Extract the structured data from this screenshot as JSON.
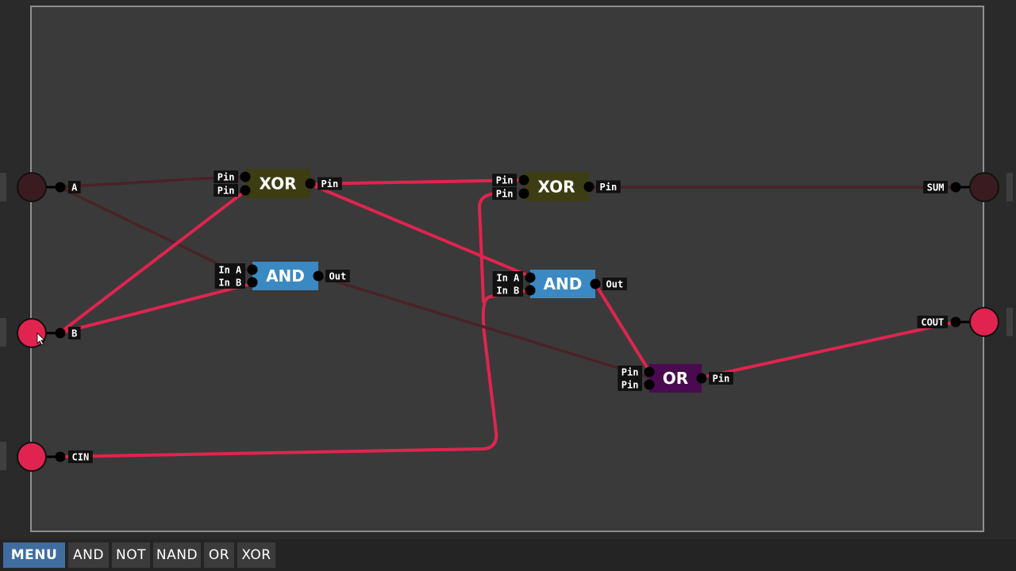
{
  "inputs": [
    {
      "label": "A",
      "state": "off"
    },
    {
      "label": "B",
      "state": "on"
    },
    {
      "label": "CIN",
      "state": "on"
    }
  ],
  "outputs": [
    {
      "label": "SUM",
      "state": "off"
    },
    {
      "label": "COUT",
      "state": "on"
    }
  ],
  "chips": [
    {
      "id": "xor1",
      "name": "XOR",
      "color": "#3d3d14",
      "in_labels": [
        "Pin",
        "Pin"
      ],
      "out_label": "Pin"
    },
    {
      "id": "and1",
      "name": "AND",
      "color": "#3b89c2",
      "in_labels": [
        "In A",
        "In B"
      ],
      "out_label": "Out"
    },
    {
      "id": "xor2",
      "name": "XOR",
      "color": "#3d3d14",
      "in_labels": [
        "Pin",
        "Pin"
      ],
      "out_label": "Pin"
    },
    {
      "id": "and2",
      "name": "AND",
      "color": "#3b89c2",
      "in_labels": [
        "In A",
        "In B"
      ],
      "out_label": "Out"
    },
    {
      "id": "or1",
      "name": "OR",
      "color": "#4a0a4f",
      "in_labels": [
        "Pin",
        "Pin"
      ],
      "out_label": "Pin"
    }
  ],
  "colors": {
    "wire_on": "#e0244f",
    "wire_off": "#4a2228",
    "pin_on": "#e0244f",
    "pin_off": "#3a1c20"
  },
  "toolbar": {
    "items": [
      "MENU",
      "AND",
      "NOT",
      "NAND",
      "OR",
      "XOR"
    ]
  }
}
